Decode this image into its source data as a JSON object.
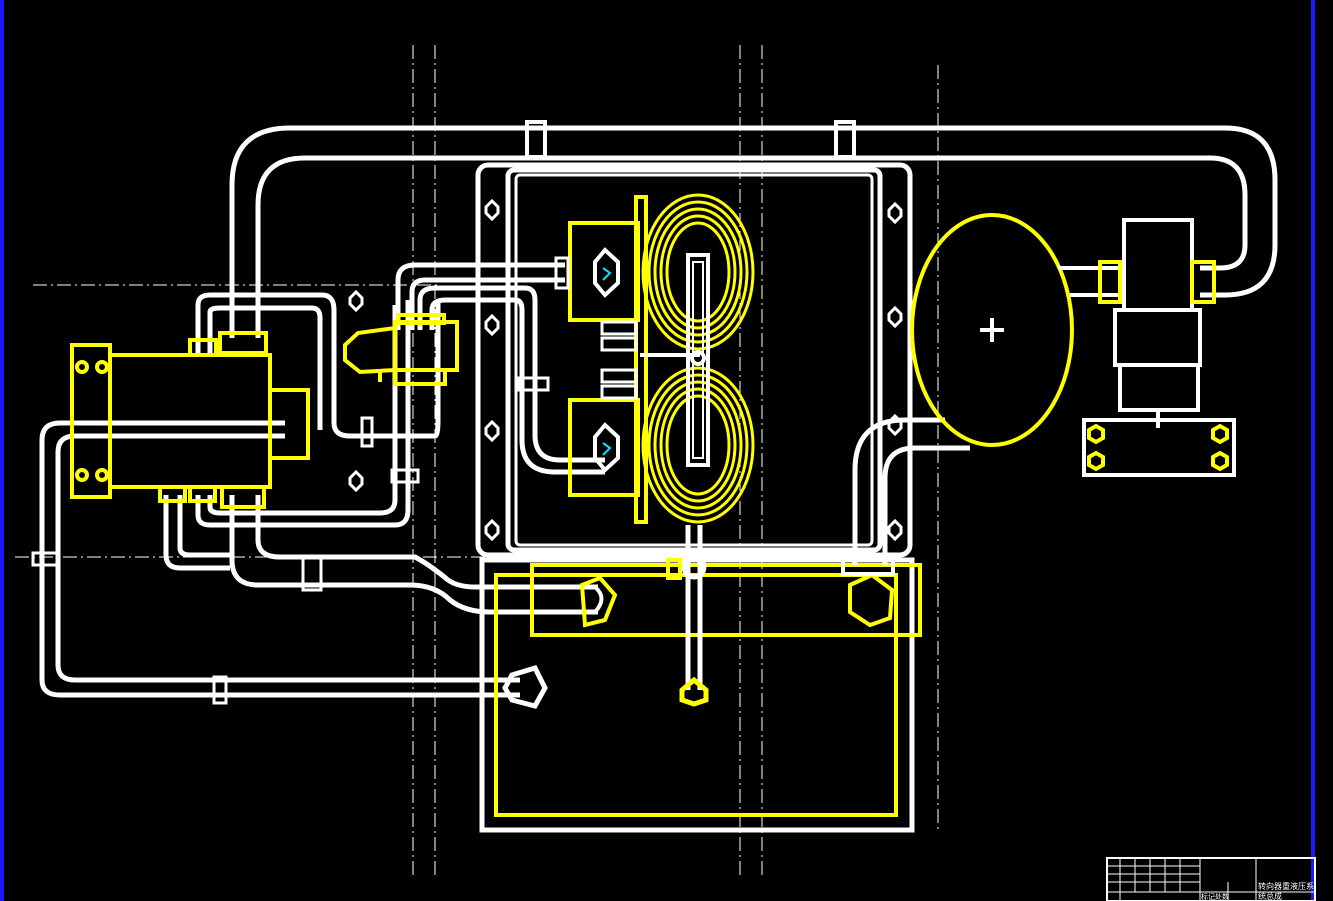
{
  "colors": {
    "background": "#000000",
    "linework": "#ffffff",
    "highlight": "#ffff00",
    "frame_edge": "#1a1aff",
    "accent": "#00e5ff"
  },
  "title_block": {
    "title_line1": "转向器重液压系",
    "title_line2": "统总成",
    "small_label": "标记处数"
  }
}
